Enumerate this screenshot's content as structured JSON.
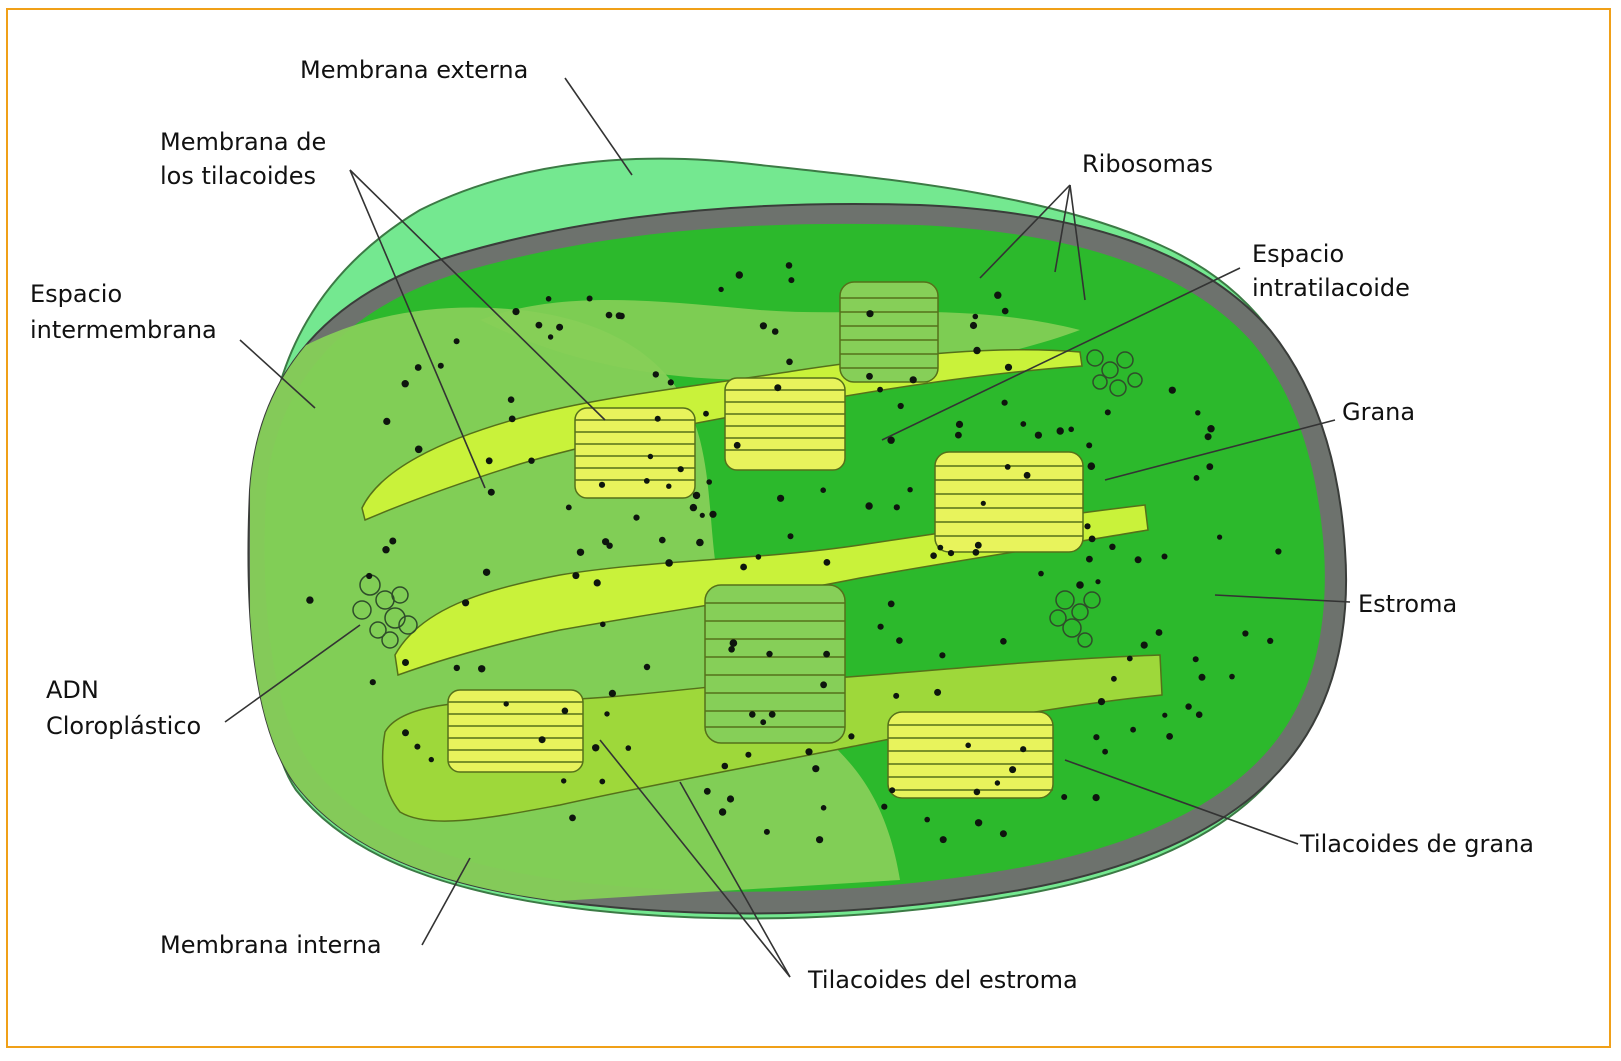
{
  "colors": {
    "outer_membrane": "#74e890",
    "inner_membrane": "#6d726d",
    "stroma_dark": "#2cb92c",
    "stroma_light": "#86cf58",
    "thylakoid": "#c9f23a",
    "granum_stack": "#e8f35c",
    "frame_border": "#f0a018"
  },
  "labels": {
    "membrana_externa": "Membrana externa",
    "membrana_tilacoides_1": "Membrana de",
    "membrana_tilacoides_2": "los tilacoides",
    "ribosomas": "Ribosomas",
    "espacio_intratilacoide_1": "Espacio",
    "espacio_intratilacoide_2": "intratilacoide",
    "espacio_intermembrana_1": "Espacio",
    "espacio_intermembrana_2": "intermembrana",
    "grana": "Grana",
    "estroma": "Estroma",
    "adn_1": "ADN",
    "adn_2": "Cloroplástico",
    "tilacoides_grana": "Tilacoides de grana",
    "membrana_interna": "Membrana interna",
    "tilacoides_estroma": "Tilacoides del estroma"
  }
}
